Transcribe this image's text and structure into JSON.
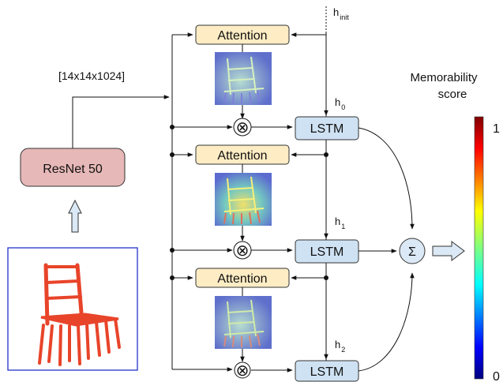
{
  "input_dims": "[14x14x1024]",
  "resnet_label": "ResNet 50",
  "attention_label": "Attention",
  "lstm_label": "LSTM",
  "h_init": {
    "base": "h",
    "sub": "init"
  },
  "hidden_states": [
    {
      "base": "h",
      "sub": "0"
    },
    {
      "base": "h",
      "sub": "1"
    },
    {
      "base": "h",
      "sub": "2"
    }
  ],
  "multiply_symbol": "⊗",
  "sum_symbol": "Σ",
  "memorability": {
    "title_line1": "Memorability",
    "title_line2": "score",
    "max": "1",
    "min": "0"
  },
  "colors": {
    "attention_fill": "#fdecc4",
    "lstm_fill": "#cfe2f3",
    "resnet_fill": "#e6b8b7",
    "arrow_fill": "#dbe8f5",
    "chair": "#e8442a",
    "input_frame": "#2233cc"
  }
}
